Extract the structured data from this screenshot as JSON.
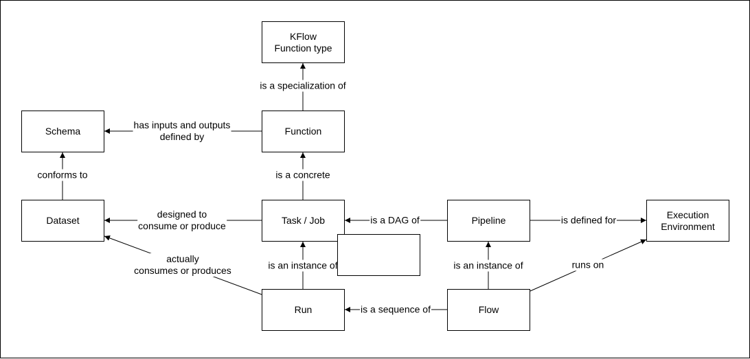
{
  "nodes": {
    "kflow": "KFlow\nFunction type",
    "function": "Function",
    "schema": "Schema",
    "dataset": "Dataset",
    "task": "Task / Job",
    "pipeline": "Pipeline",
    "execution": "Execution\nEnvironment",
    "run": "Run",
    "flow": "Flow",
    "blank": ""
  },
  "edges": {
    "specialization": "is a specialization of",
    "inputs_outputs": "has inputs and outputs\ndefined by",
    "conforms": "conforms to",
    "concrete": "is a concrete",
    "designed": "designed to\nconsume or produce",
    "dag": "is a DAG of",
    "defined_for": "is defined for",
    "actually": "actually\nconsumes or produces",
    "instance_task": "is an instance of",
    "instance_pipeline": "is an instance of",
    "runs_on": "runs on",
    "sequence": "is a sequence of"
  }
}
